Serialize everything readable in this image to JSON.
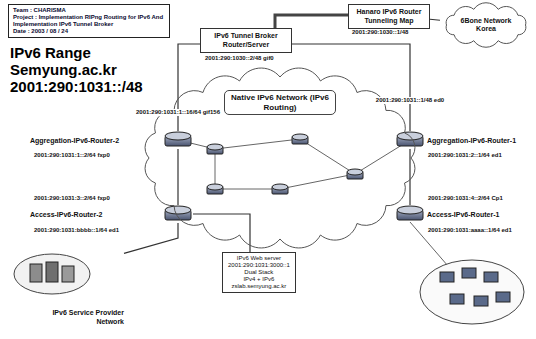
{
  "diagram": {
    "title": "IPv6 Range Semyung.ac.kr 2001:290:1031::/48",
    "nodes": [
      {
        "text": [
          "Team : CHARISMA",
          "Project : Implementation RIPng Routing for IPv6 And Implementation IPv6 Tunnel Broker",
          "Date : 2003 / 08 / 24"
        ]
      },
      {
        "text": [
          "IPv6 Tunnel Broker Router/Server"
        ]
      },
      {
        "text": [
          "Hanaro IPv6 Router Tunneling Map"
        ]
      },
      {
        "text": [
          "6Bone Network Korea"
        ]
      },
      {
        "text": [
          "Native IPv6 Network (IPv6 Routing)"
        ]
      },
      {
        "text": [
          "Aggregation-IPv6-Router-2"
        ]
      },
      {
        "text": [
          "Aggregation-IPv6-Router-1"
        ]
      },
      {
        "text": [
          "Access-IPv6-Router-2"
        ]
      },
      {
        "text": [
          "Access-IPv6-Router-1"
        ]
      },
      {
        "text": [
          "IPv6 Web server",
          "2001:290:1031:3000::1",
          "Dual Stack",
          "IPv4 + IPv6",
          "zslab.semyung.ac.kr"
        ]
      },
      {
        "text": [
          "IPv6 Service Provider Network"
        ]
      }
    ],
    "edges": [
      {
        "from": 1,
        "to": 2,
        "arrow": "none"
      },
      {
        "from": 2,
        "to": 3,
        "arrow": "none"
      },
      {
        "from": 1,
        "to": 5,
        "label": "2001:290:1031:1::16/64 gif156",
        "arrow": "none"
      },
      {
        "from": 1,
        "to": 6,
        "label": "2001:290:1031::1/48 ed0",
        "arrow": "none"
      },
      {
        "from": 5,
        "to": 7,
        "arrow": "none"
      },
      {
        "from": 6,
        "to": 8,
        "arrow": "none"
      },
      {
        "from": 7,
        "to": 9,
        "arrow": "none"
      },
      {
        "from": 7,
        "to": 10,
        "arrow": "none"
      }
    ],
    "labels": [
      "2001:290:1030::1/48",
      "2001:290:1030::2/48 gif0",
      "2001:290:1031:1::2/64 fxp0",
      "2001:290:1031:2::1/64 ed1",
      "2001:290:1031:3::2/64 fxp0",
      "2001:290:1031:bbbb::1/64 ed1",
      "2001:290:1031:4::2/64 Cp1",
      "2001:290:1031:aaaa::1/64 ed1"
    ]
  }
}
